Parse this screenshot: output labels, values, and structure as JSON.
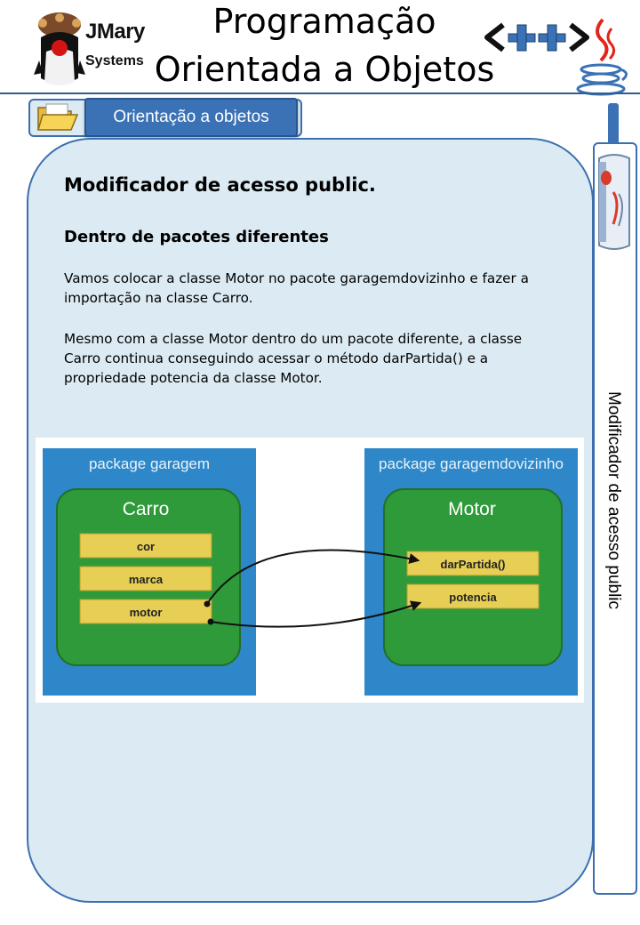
{
  "header": {
    "brand_name": "JMary",
    "brand_sub": "Systems",
    "title_line1": "Programação",
    "title_line2": "Orientada a Objetos"
  },
  "section": {
    "label": "Orientação a objetos"
  },
  "sidebar": {
    "label": "Modificador de acesso public"
  },
  "content": {
    "heading": "Modificador de acesso public.",
    "subheading": "Dentro de pacotes diferentes",
    "paragraph1": "Vamos colocar a classe Motor no pacote garagemdovizinho e fazer a importação na classe Carro.",
    "paragraph2": "Mesmo com a classe Motor dentro do um pacote diferente, a classe Carro continua conseguindo acessar o método darPartida() e a propriedade potencia da classe Motor."
  },
  "diagram": {
    "left_package": "package garagem",
    "left_class": "Carro",
    "left_members": [
      "cor",
      "marca",
      "motor"
    ],
    "right_package": "package garagemdovizinho",
    "right_class": "Motor",
    "right_members": [
      "darPartida()",
      "potencia"
    ]
  },
  "colors": {
    "package_blue": "#2e87c8",
    "class_green": "#2f9a3a",
    "member_yellow": "#e7cf55",
    "panel_fill": "#dcebf3",
    "frame_blue": "#3d6fae"
  }
}
